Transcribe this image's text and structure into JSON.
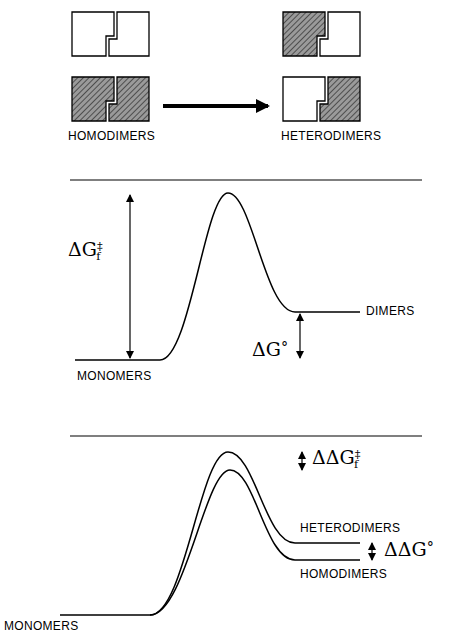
{
  "diagram": {
    "labels": [
      "HOMODIMERS",
      "HETERODIMERS",
      "ΔG‡f",
      "ΔG°",
      "MONOMERS",
      "DIMERS",
      "ΔΔG‡f",
      "HETERODIMERS",
      "HOMODIMERS",
      "ΔΔG°",
      "MONOMERS"
    ]
  }
}
